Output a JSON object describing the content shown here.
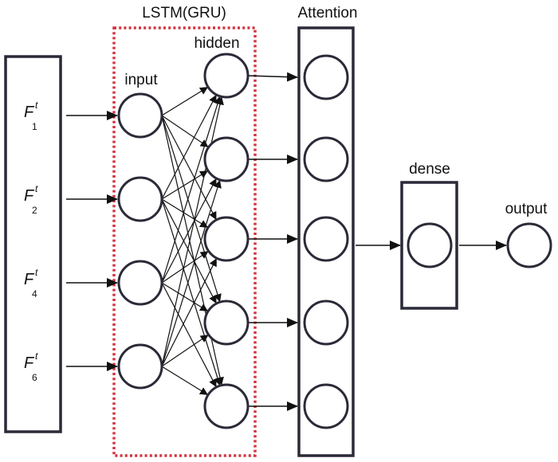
{
  "diagram": {
    "colors": {
      "stroke": "#2a2a38",
      "lstm_border": "#d2343f",
      "text": "#111111"
    },
    "features": [
      {
        "base": "F",
        "sup": "t",
        "sub": "1"
      },
      {
        "base": "F",
        "sup": "t",
        "sub": "2"
      },
      {
        "base": "F",
        "sup": "t",
        "sub": "4"
      },
      {
        "base": "F",
        "sup": "t",
        "sub": "6"
      }
    ],
    "lstm_label": "LSTM(GRU)",
    "input_label": "input",
    "hidden_label": "hidden",
    "attention_label": "Attention",
    "dense_label": "dense",
    "output_label": "output",
    "layers": {
      "input_nodes": 4,
      "hidden_nodes": 5,
      "attention_nodes": 5,
      "dense_nodes": 1,
      "output_nodes": 1
    },
    "connections": "input layer fully connected to hidden layer; hidden -> attention one-to-one; attention -> dense -> output"
  }
}
